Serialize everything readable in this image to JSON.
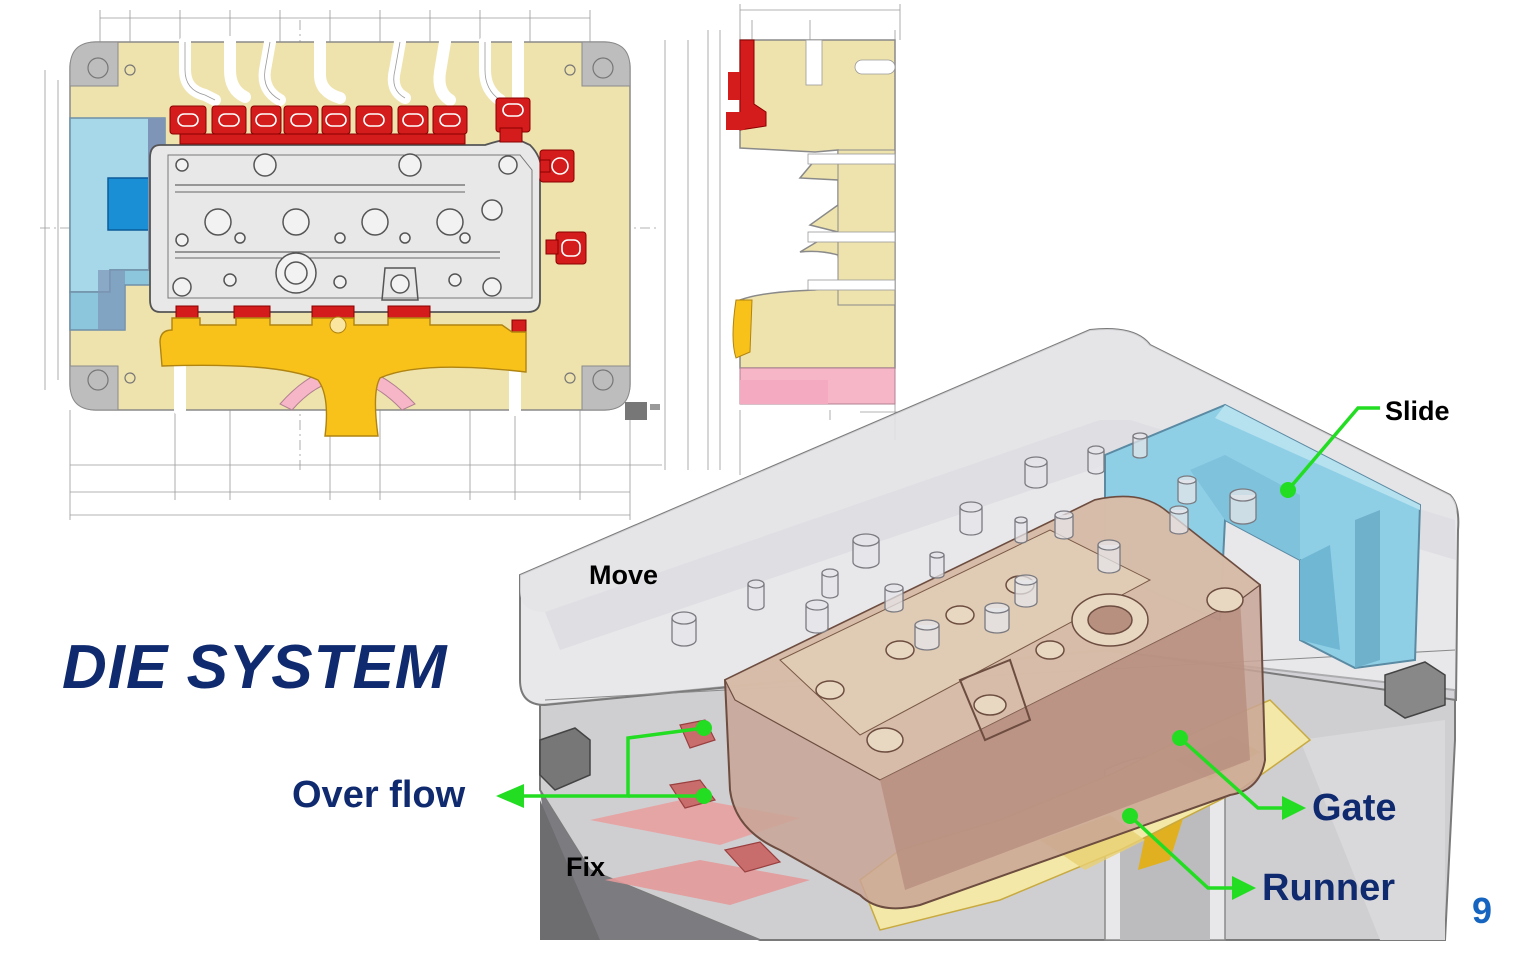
{
  "slide": {
    "title": "DIE SYSTEM",
    "page_number": "9"
  },
  "labels": {
    "slide": "Slide",
    "move": "Move",
    "fix": "Fix",
    "over_flow": "Over flow",
    "gate": "Gate",
    "runner": "Runner"
  },
  "colors": {
    "title": "#0f2a6e",
    "leader": "#22dd22",
    "page_number": "#1565c0",
    "plate": "#efe3ad",
    "slide_part": "#8fcfe6",
    "overflow_part": "#d41c1c",
    "runner_part": "#f8c21a"
  }
}
